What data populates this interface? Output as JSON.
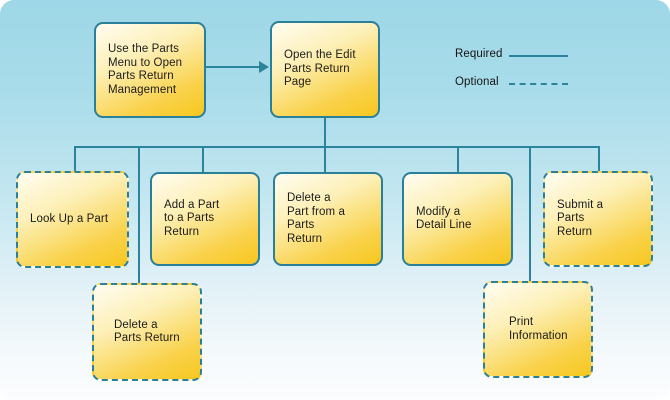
{
  "diagram": {
    "legend": {
      "required_label": "Required",
      "optional_label": "Optional"
    },
    "nodes": [
      {
        "id": "use-parts-menu",
        "label": "Use the Parts\nMenu to Open\nParts Return\nManagement",
        "type": "required"
      },
      {
        "id": "open-edit-parts-return",
        "label": "Open the Edit\nParts Return\nPage",
        "type": "required"
      },
      {
        "id": "look-up-part",
        "label": "Look Up a Part",
        "type": "optional"
      },
      {
        "id": "add-part",
        "label": "Add a Part\nto a Parts\nReturn",
        "type": "required"
      },
      {
        "id": "delete-part-from",
        "label": "Delete a\nPart from a\nParts\nReturn",
        "type": "required"
      },
      {
        "id": "modify-detail-line",
        "label": "Modify a\nDetail Line",
        "type": "required"
      },
      {
        "id": "submit-parts-return",
        "label": "Submit a\nParts\nReturn",
        "type": "optional"
      },
      {
        "id": "delete-parts-return",
        "label": "Delete a\nParts Return",
        "type": "optional"
      },
      {
        "id": "print-information",
        "label": "Print\nInformation",
        "type": "optional"
      }
    ],
    "colors": {
      "connector": "#2b849c",
      "box_border": "#2a7f99",
      "box_fill_top": "#fffdf2",
      "box_fill_bottom": "#f7c71e",
      "background_top": "#9ed7e7",
      "background_bottom": "#fbfdfe",
      "text": "#1b1b1b"
    }
  }
}
